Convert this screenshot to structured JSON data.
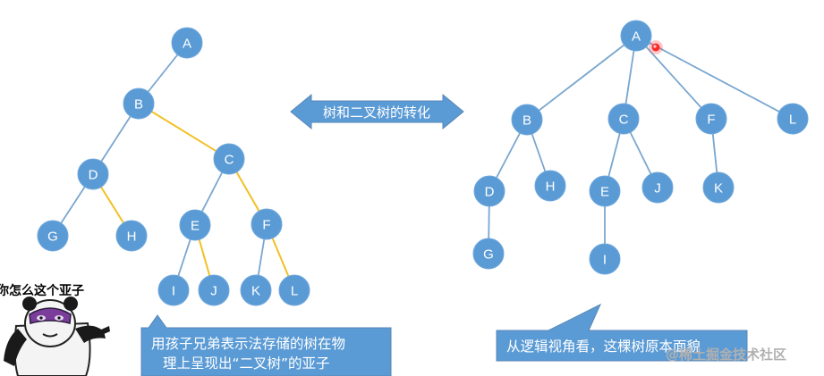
{
  "colors": {
    "node_fill": "#5b9bd5",
    "node_text": "#ffffff",
    "edge_normal": "#7aa6cf",
    "edge_sibling": "#f2c025",
    "callout_fill": "#5b9bd5",
    "callout_border": "#5a86b5",
    "laser": "#ff2a2a"
  },
  "center_arrow": {
    "label": "树和二叉树的转化"
  },
  "left_tree": {
    "nodes": [
      {
        "id": "A",
        "label": "A"
      },
      {
        "id": "B",
        "label": "B"
      },
      {
        "id": "C",
        "label": "C"
      },
      {
        "id": "D",
        "label": "D"
      },
      {
        "id": "G",
        "label": "G"
      },
      {
        "id": "H",
        "label": "H"
      },
      {
        "id": "E",
        "label": "E"
      },
      {
        "id": "F",
        "label": "F"
      },
      {
        "id": "I",
        "label": "I"
      },
      {
        "id": "J",
        "label": "J"
      },
      {
        "id": "K",
        "label": "K"
      },
      {
        "id": "L",
        "label": "L"
      }
    ],
    "edges": [
      {
        "from": "A",
        "to": "B",
        "kind": "child"
      },
      {
        "from": "B",
        "to": "C",
        "kind": "sibling"
      },
      {
        "from": "B",
        "to": "D",
        "kind": "child"
      },
      {
        "from": "D",
        "to": "G",
        "kind": "child"
      },
      {
        "from": "D",
        "to": "H",
        "kind": "sibling"
      },
      {
        "from": "C",
        "to": "E",
        "kind": "child"
      },
      {
        "from": "C",
        "to": "F",
        "kind": "sibling"
      },
      {
        "from": "E",
        "to": "I",
        "kind": "child"
      },
      {
        "from": "E",
        "to": "J",
        "kind": "sibling"
      },
      {
        "from": "F",
        "to": "K",
        "kind": "child"
      },
      {
        "from": "F",
        "to": "L",
        "kind": "sibling"
      }
    ]
  },
  "right_tree": {
    "nodes": [
      {
        "id": "A",
        "label": "A"
      },
      {
        "id": "B",
        "label": "B"
      },
      {
        "id": "C",
        "label": "C"
      },
      {
        "id": "F",
        "label": "F"
      },
      {
        "id": "L",
        "label": "L"
      },
      {
        "id": "D",
        "label": "D"
      },
      {
        "id": "H",
        "label": "H"
      },
      {
        "id": "E",
        "label": "E"
      },
      {
        "id": "J",
        "label": "J"
      },
      {
        "id": "K",
        "label": "K"
      },
      {
        "id": "G",
        "label": "G"
      },
      {
        "id": "I",
        "label": "I"
      }
    ],
    "edges": [
      {
        "from": "A",
        "to": "B"
      },
      {
        "from": "A",
        "to": "C"
      },
      {
        "from": "A",
        "to": "F"
      },
      {
        "from": "A",
        "to": "L"
      },
      {
        "from": "B",
        "to": "D"
      },
      {
        "from": "B",
        "to": "H"
      },
      {
        "from": "C",
        "to": "E"
      },
      {
        "from": "C",
        "to": "J"
      },
      {
        "from": "F",
        "to": "K"
      },
      {
        "from": "D",
        "to": "G"
      },
      {
        "from": "E",
        "to": "I"
      }
    ]
  },
  "left_callout": {
    "line1": "用孩子兄弟表示法存储的树在物",
    "line2": "理上呈现出“二叉树”的亚子"
  },
  "right_callout": {
    "text": "从逻辑视角看，这棵树原本面貌"
  },
  "meme": {
    "caption": "你怎么这个亚子"
  },
  "watermark": {
    "text": "@稀土掘金技术社区"
  }
}
